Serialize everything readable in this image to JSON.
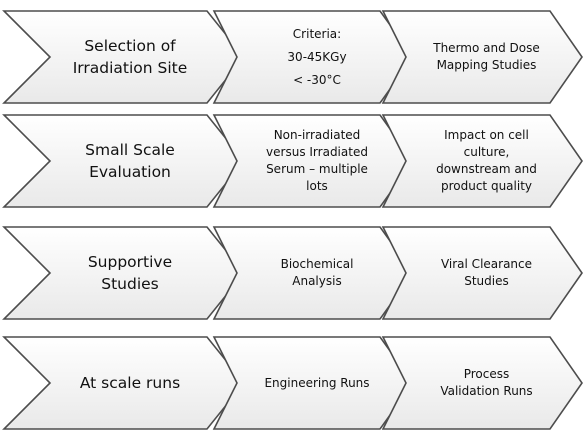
{
  "rows": [
    {
      "stage": [
        "Selection of",
        "Irradiation Site"
      ],
      "steps": [
        [
          "Criteria:",
          "30-45KGy",
          "< -30°C"
        ],
        [
          "Thermo and Dose",
          "Mapping Studies"
        ]
      ]
    },
    {
      "stage": [
        "Small Scale",
        "Evaluation"
      ],
      "steps": [
        [
          "Non-irradiated",
          "versus Irradiated",
          "Serum – multiple",
          "lots"
        ],
        [
          "Impact on cell",
          "culture,",
          "downstream and",
          "product quality"
        ]
      ]
    },
    {
      "stage": [
        "Supportive",
        "Studies"
      ],
      "steps": [
        [
          "Biochemical",
          "Analysis"
        ],
        [
          "Viral Clearance",
          "Studies"
        ]
      ]
    },
    {
      "stage": [
        "At scale runs"
      ],
      "steps": [
        [
          "Engineering Runs"
        ],
        [
          "Process",
          "Validation Runs"
        ]
      ]
    }
  ]
}
